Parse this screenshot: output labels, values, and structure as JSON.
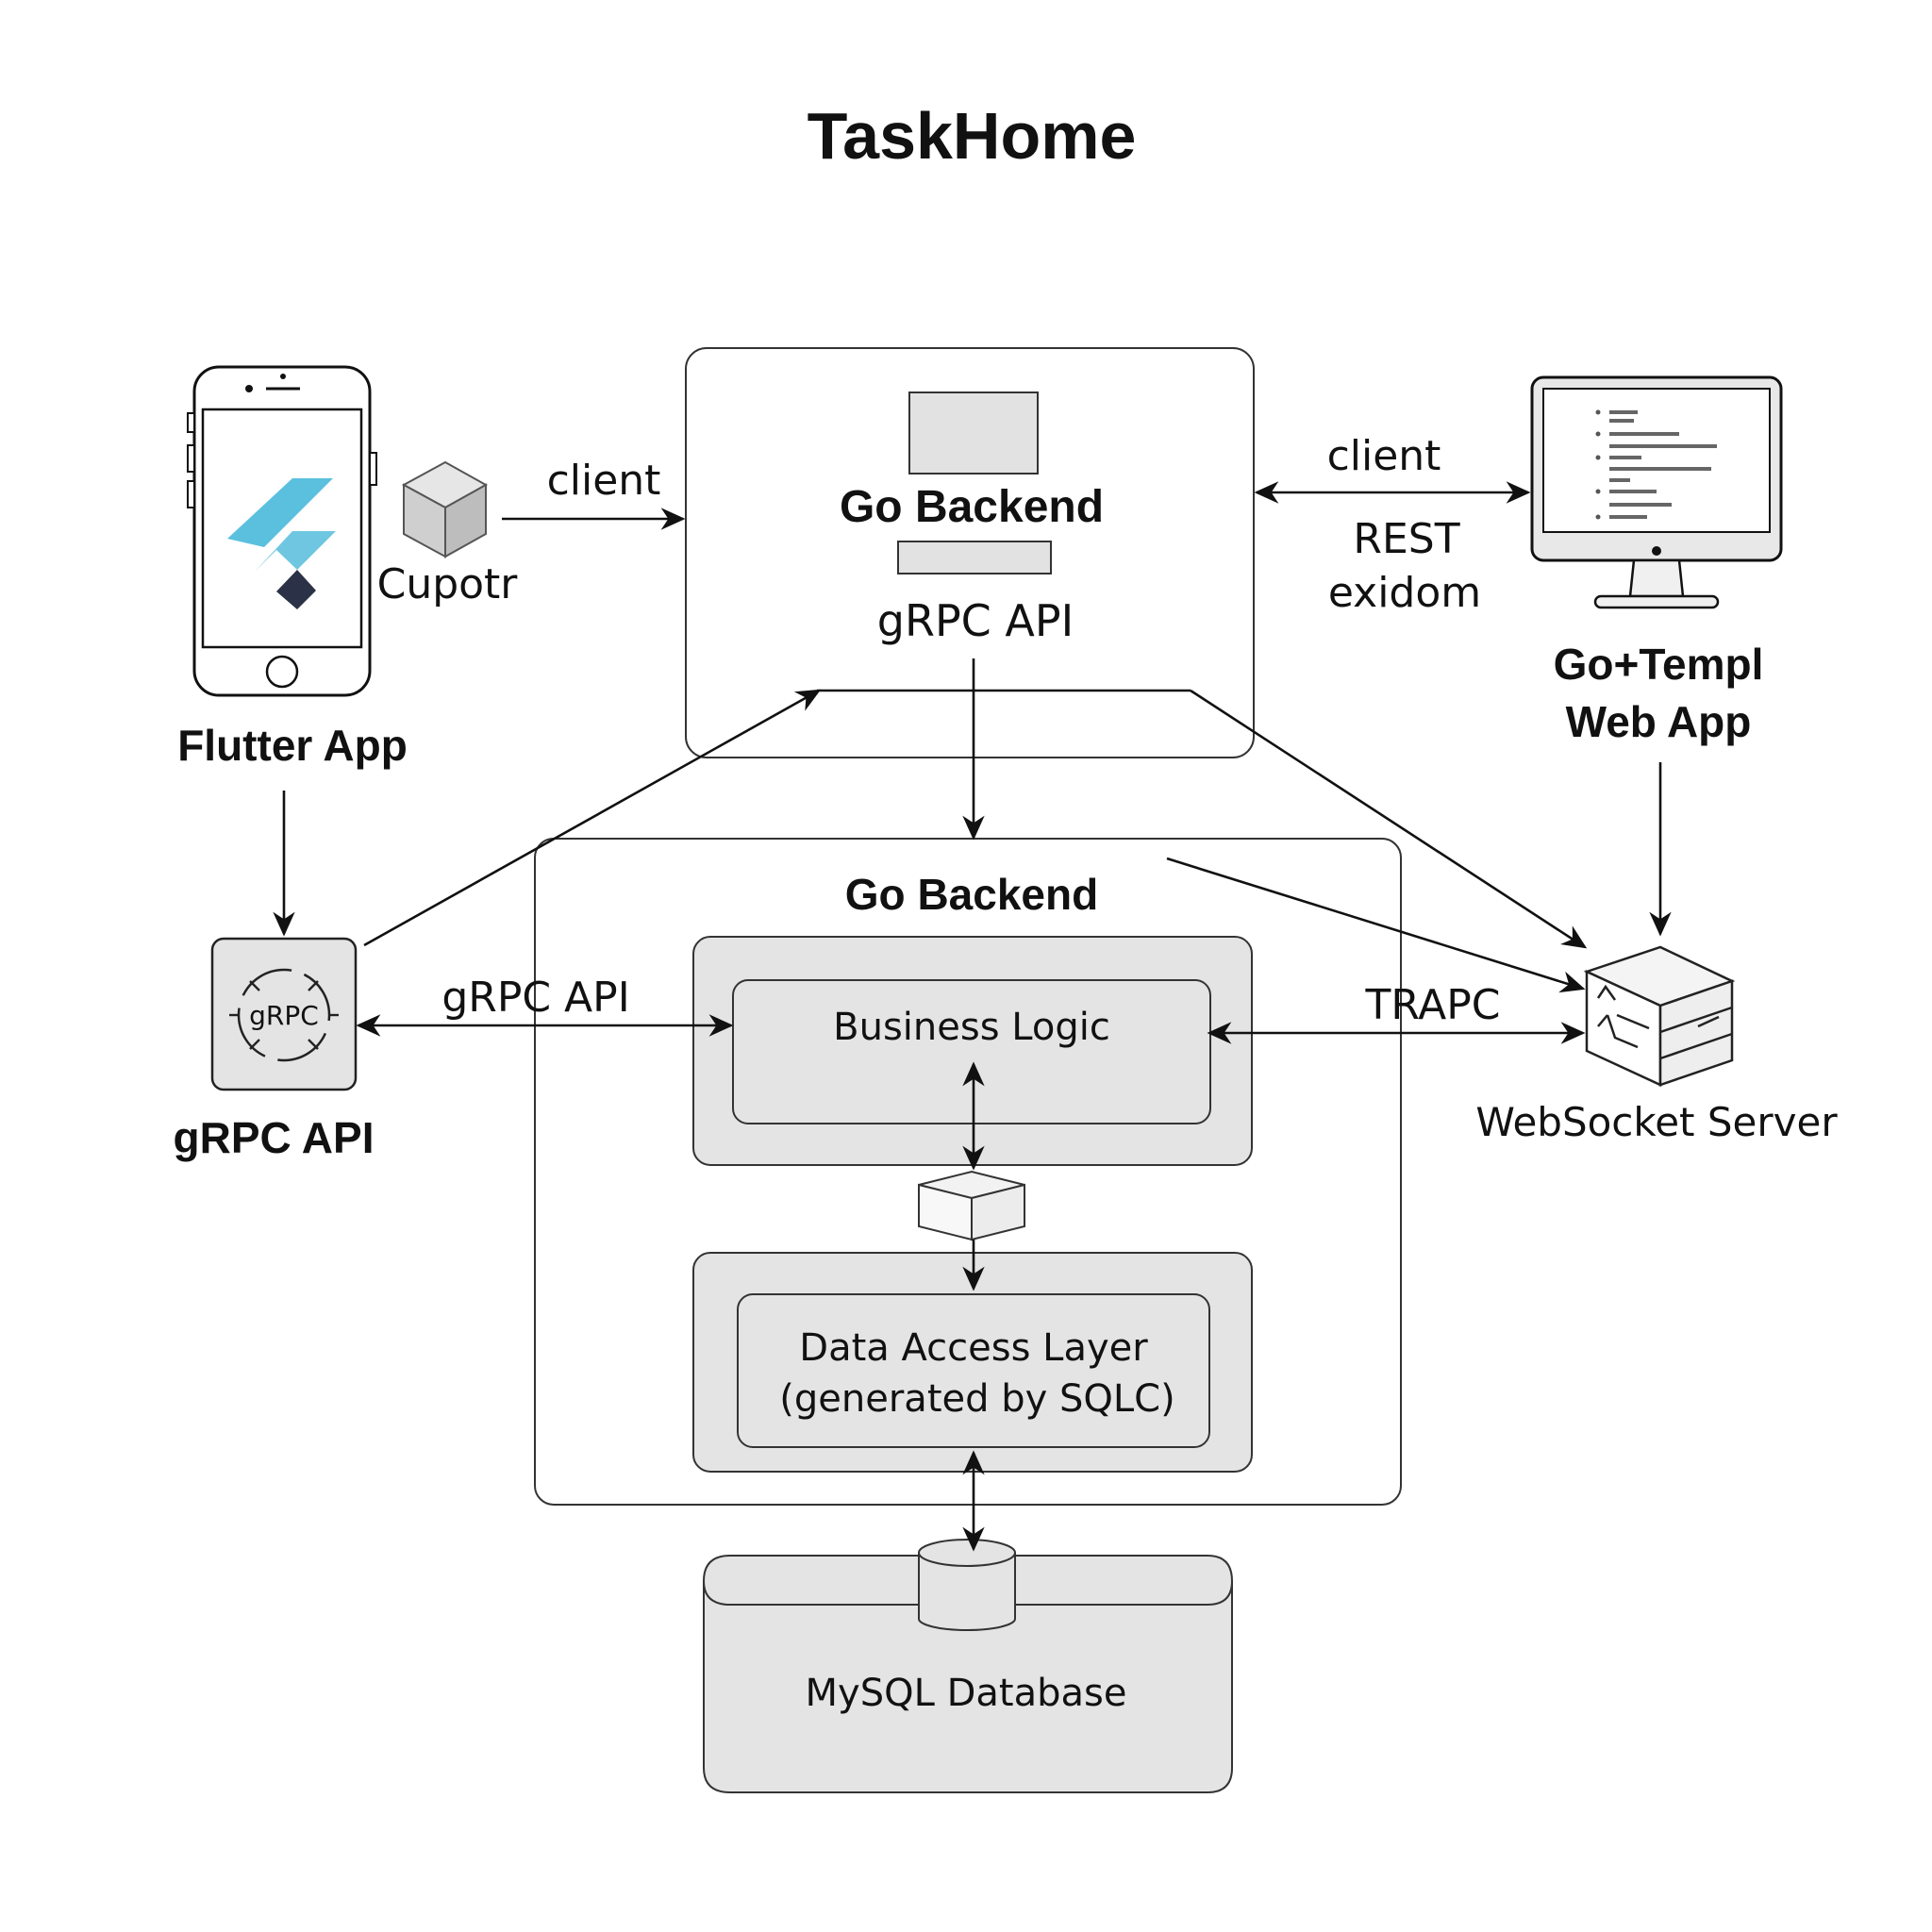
{
  "title": "TaskHome",
  "nodes": {
    "flutter_app": "Flutter App",
    "cupotr": "Cupotr",
    "go_backend_top": "Go Backend",
    "grpc_api_top": "gRPC API",
    "web_app_line1": "Go+Templ",
    "web_app_line2": "Web App",
    "grpc_api_left": "gRPC API",
    "grpc_badge": "gRPC",
    "go_backend_main": "Go Backend",
    "business_logic": "Business Logic",
    "data_access_line1": "Data Access Layer",
    "data_access_line2": "(generated by SQLC)",
    "websocket_server": "WebSocket Server",
    "mysql_database": "MySQL Database"
  },
  "edges": {
    "client_left": "client",
    "client_right": "client",
    "rest": "REST",
    "exidom": "exidom",
    "grpc_api_link": "gRPC API",
    "trapc": "TRAPC"
  },
  "colors": {
    "flutter_light": "#5bc0de",
    "flutter_mid": "#6fc6e0",
    "flutter_dark": "#2b3146",
    "panel_fill": "#e4e4e4",
    "stroke": "#111111"
  },
  "icons": {
    "phone": "phone-icon",
    "flutter": "flutter-logo-icon",
    "package": "cube-icon",
    "monitor": "monitor-icon",
    "grpc": "grpc-badge-icon",
    "server": "server-icon",
    "database": "database-cylinder-icon"
  }
}
